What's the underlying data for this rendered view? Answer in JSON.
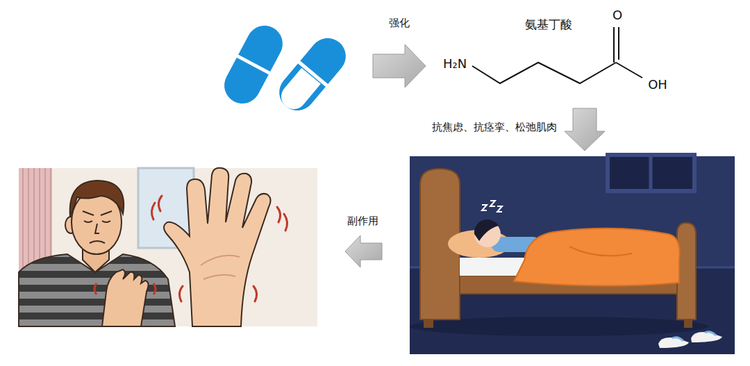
{
  "diagram": {
    "nodes": [
      {
        "text": []
      },
      {
        "text": [
          "氨基丁酸",
          "H₂N",
          "O",
          "OH"
        ]
      },
      {
        "text": []
      },
      {
        "text": []
      }
    ],
    "edges": [
      {
        "from": 0,
        "to": 1,
        "label": "强化",
        "arrow": "to"
      },
      {
        "from": 1,
        "to": 2,
        "label": "抗焦虑、抗痉挛、松弛肌肉",
        "arrow": "to"
      },
      {
        "from": 2,
        "to": 3,
        "label": "副作用",
        "arrow": "to"
      }
    ]
  }
}
